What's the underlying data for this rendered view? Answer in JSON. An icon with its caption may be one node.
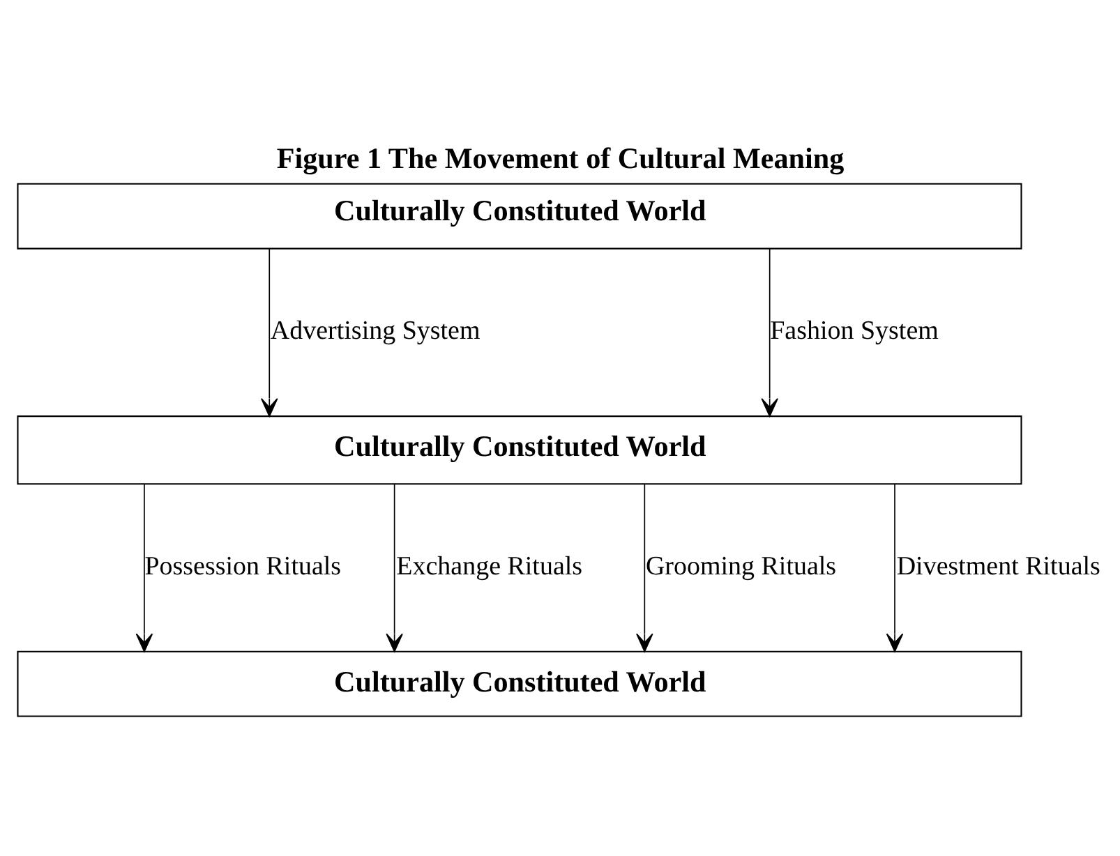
{
  "diagram": {
    "title": "Figure 1 The Movement of Cultural Meaning",
    "nodes": [
      {
        "text": [
          "Culturally Constituted World"
        ]
      },
      {
        "text": [
          "Culturally Constituted World"
        ]
      },
      {
        "text": [
          "Culturally Constituted World"
        ]
      }
    ],
    "edges": [
      {
        "from": 0,
        "to": 1,
        "arrow": "to",
        "label": "Advertising System"
      },
      {
        "from": 0,
        "to": 1,
        "arrow": "to",
        "label": "Fashion System"
      },
      {
        "from": 1,
        "to": 2,
        "arrow": "to",
        "label": "Possession Rituals"
      },
      {
        "from": 1,
        "to": 2,
        "arrow": "to",
        "label": "Exchange Rituals"
      },
      {
        "from": 1,
        "to": 2,
        "arrow": "to",
        "label": "Grooming Rituals"
      },
      {
        "from": 1,
        "to": 2,
        "arrow": "to",
        "label": "Divestment Rituals"
      }
    ]
  }
}
